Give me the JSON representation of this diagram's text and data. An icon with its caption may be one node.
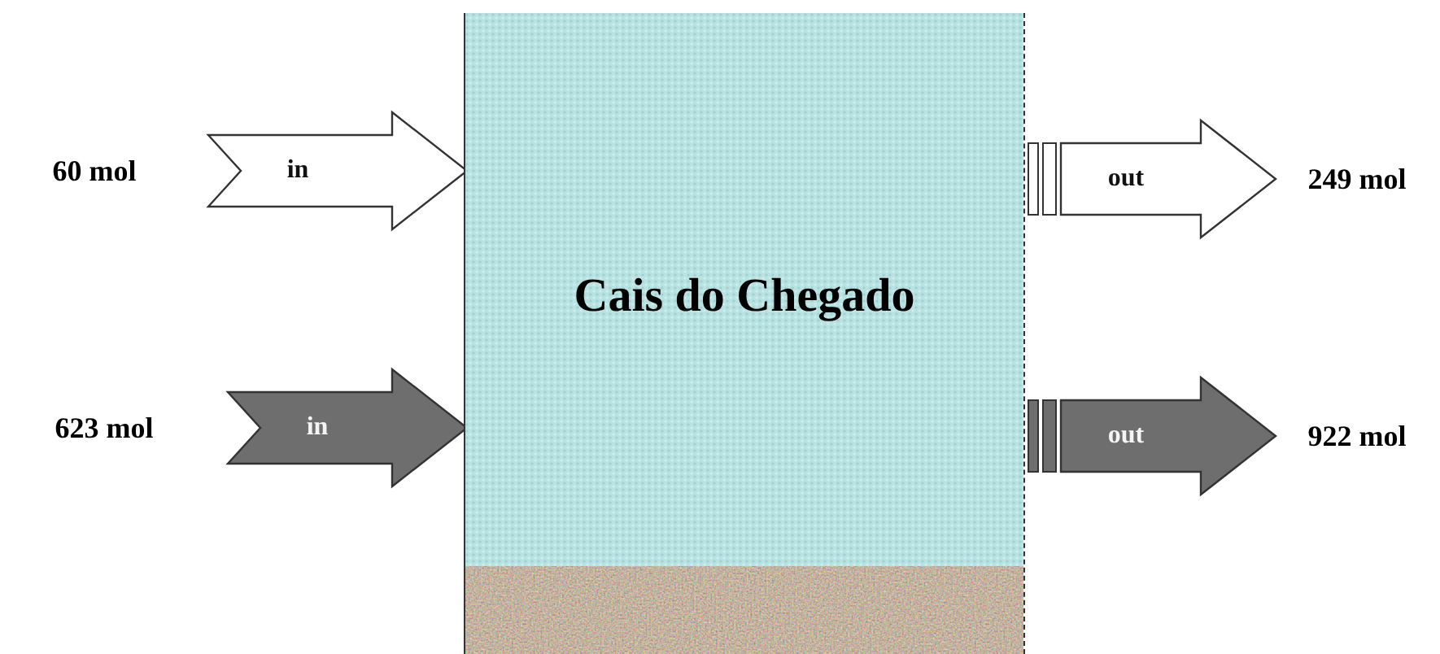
{
  "diagram": {
    "nodes": [
      {
        "text": [
          "Cais do Chegado"
        ]
      },
      {
        "text": [
          "60 mol"
        ]
      },
      {
        "text": [
          "623 mol"
        ]
      },
      {
        "text": [
          "249 mol"
        ]
      },
      {
        "text": [
          "922 mol"
        ]
      }
    ],
    "edges": [
      {
        "from": 1,
        "to": 0,
        "arrow": "to",
        "label": "in"
      },
      {
        "from": 2,
        "to": 0,
        "arrow": "to",
        "label": "in",
        "color": "#6e6e6e"
      },
      {
        "from": 0,
        "to": 3,
        "arrow": "to",
        "label": "out"
      },
      {
        "from": 0,
        "to": 4,
        "arrow": "to",
        "label": "out",
        "color": "#6e6e6e"
      }
    ]
  }
}
